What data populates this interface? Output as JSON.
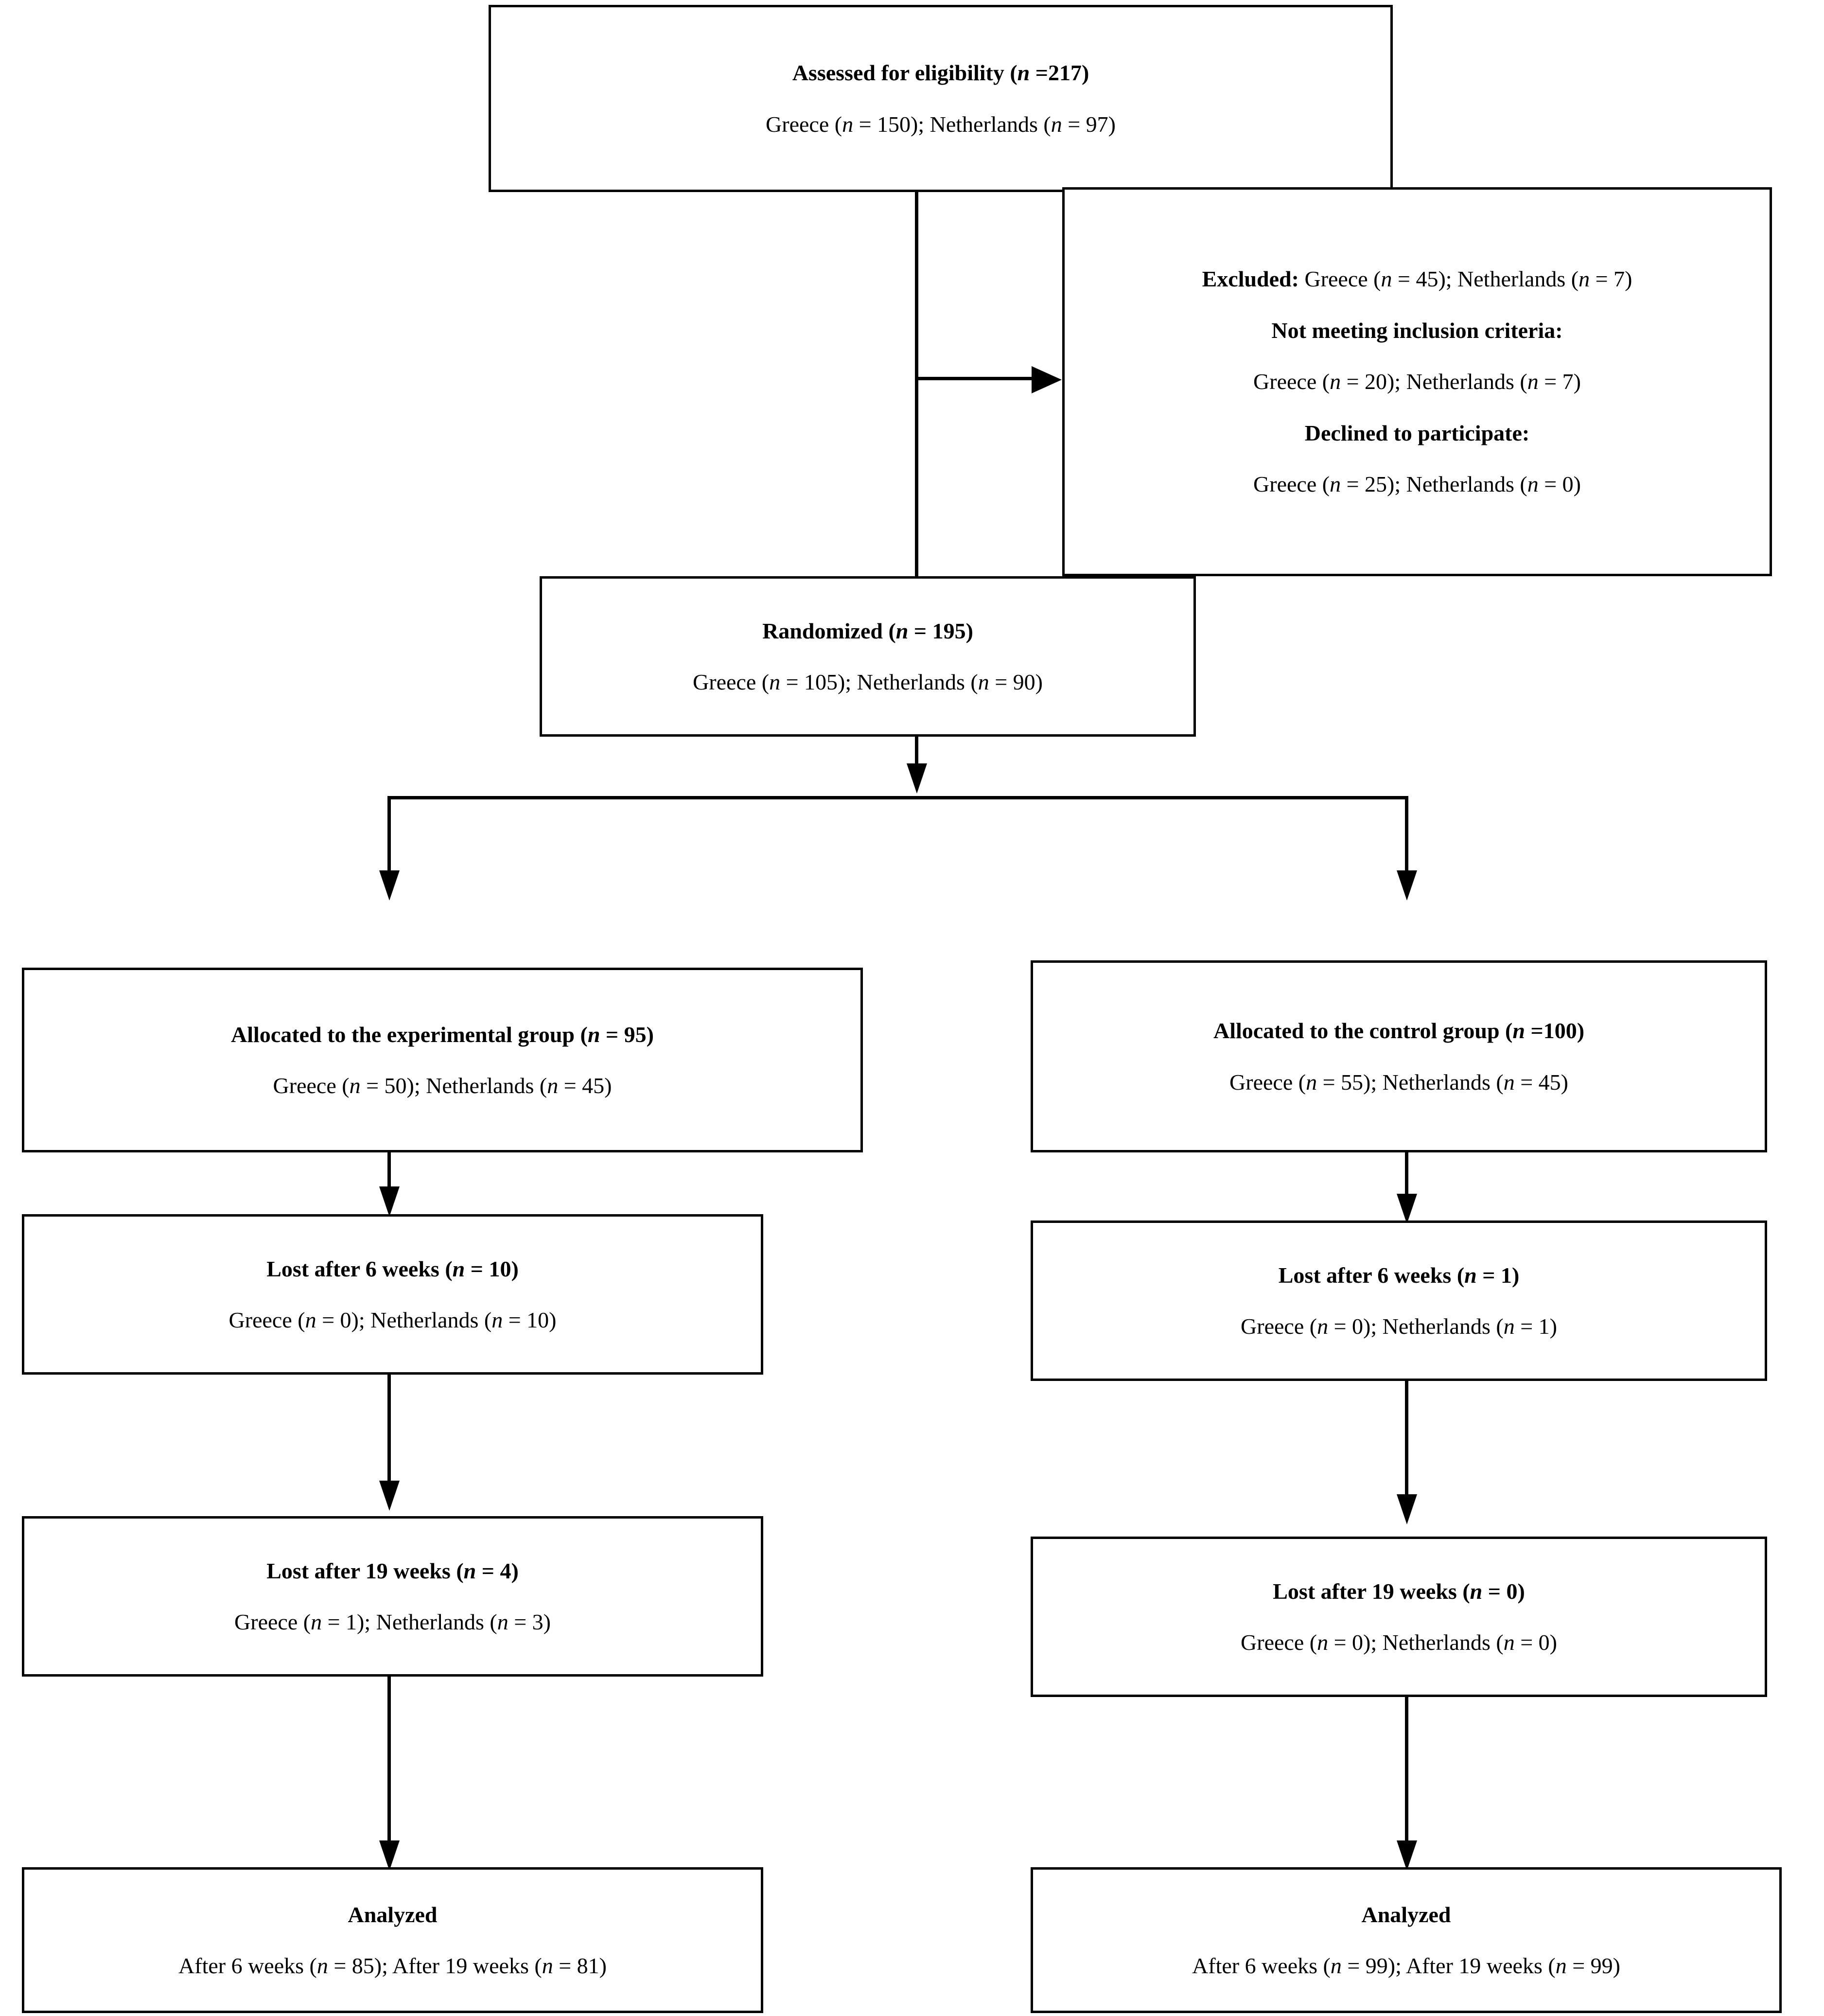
{
  "diagram": {
    "type": "consort-flow-diagram",
    "nodes": {
      "assessed": {
        "title": "Assessed for eligibility (n =217)",
        "detail": "Greece (n = 150); Netherlands (n = 97)"
      },
      "excluded": {
        "line1": "Excluded: Greece (n = 45); Netherlands (n = 7)",
        "line1_bold_prefix": "Excluded:",
        "line2": "Not meeting inclusion criteria:",
        "line3": "Greece (n = 20); Netherlands (n = 7)",
        "line4": "Declined to participate:",
        "line5": "Greece (n = 25); Netherlands (n = 0)"
      },
      "randomized": {
        "title": "Randomized (n = 195)",
        "detail": "Greece (n = 105); Netherlands (n = 90)"
      },
      "alloc_experimental": {
        "title": "Allocated to the experimental group (n = 95)",
        "detail": "Greece (n = 50); Netherlands (n = 45)"
      },
      "alloc_control": {
        "title": "Allocated to the control group (n =100)",
        "detail": "Greece (n = 55); Netherlands (n = 45)"
      },
      "lost6_experimental": {
        "title": "Lost after 6 weeks (n = 10)",
        "detail": "Greece (n = 0); Netherlands (n = 10)"
      },
      "lost6_control": {
        "title": "Lost after 6 weeks (n = 1)",
        "detail": "Greece (n = 0); Netherlands (n = 1)"
      },
      "lost19_experimental": {
        "title": "Lost after 19 weeks (n = 4)",
        "detail": "Greece (n = 1); Netherlands (n = 3)"
      },
      "lost19_control": {
        "title": "Lost after 19 weeks (n = 0)",
        "detail": "Greece (n = 0); Netherlands (n = 0)"
      },
      "analyzed_experimental": {
        "title": "Analyzed",
        "detail": "After 6 weeks (n = 85); After 19 weeks (n = 81)"
      },
      "analyzed_control": {
        "title": "Analyzed",
        "detail": "After 6 weeks (n = 99); After 19 weeks (n = 99)"
      }
    },
    "colors": {
      "stroke": "#000000",
      "background": "#ffffff",
      "text": "#000000"
    }
  }
}
